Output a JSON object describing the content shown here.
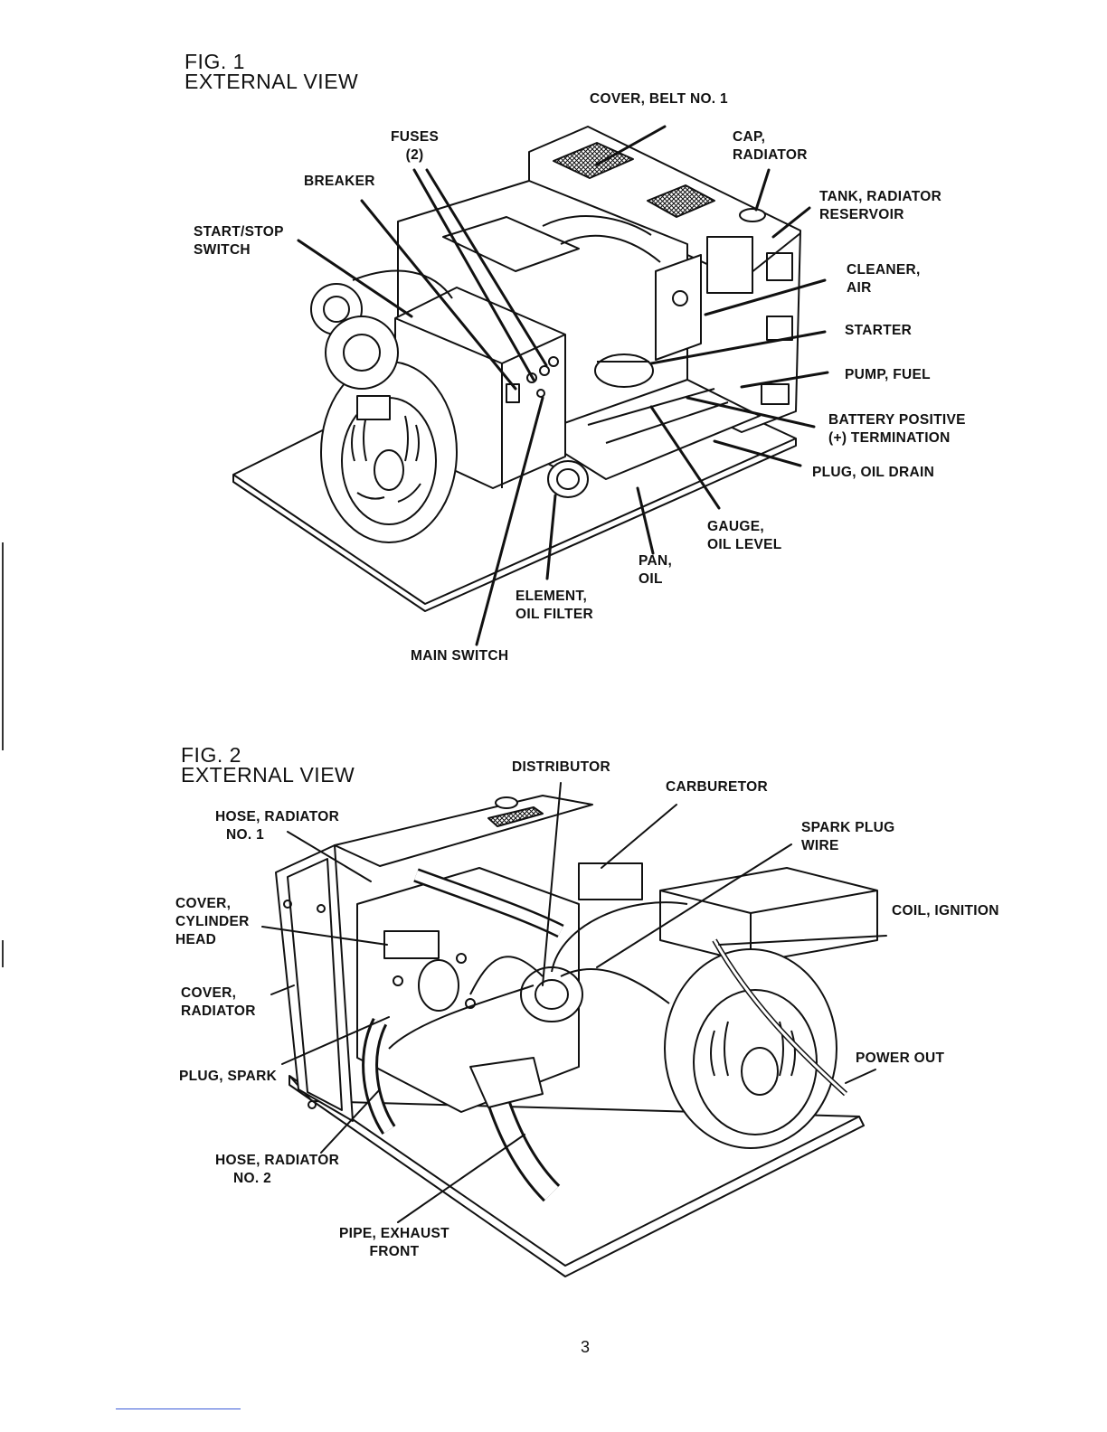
{
  "fig1": {
    "number": "FIG. 1",
    "title": "EXTERNAL VIEW",
    "labels": {
      "cover_belt": [
        "COVER, BELT NO. 1"
      ],
      "fuses": [
        "FUSES",
        "(2)"
      ],
      "cap_radiator": [
        "CAP,",
        "RADIATOR"
      ],
      "breaker": [
        "BREAKER"
      ],
      "tank_reservoir": [
        "TANK, RADIATOR",
        "RESERVOIR"
      ],
      "start_stop": [
        "START/STOP",
        "SWITCH"
      ],
      "cleaner_air": [
        "CLEANER,",
        "AIR"
      ],
      "starter": [
        "STARTER"
      ],
      "pump_fuel": [
        "PUMP, FUEL"
      ],
      "battery": [
        "BATTERY POSITIVE",
        "(+) TERMINATION"
      ],
      "plug_oil_drain": [
        "PLUG, OIL DRAIN"
      ],
      "gauge_oil": [
        "GAUGE,",
        "OIL LEVEL"
      ],
      "pan_oil": [
        "PAN,",
        "OIL"
      ],
      "element_filter": [
        "ELEMENT,",
        "OIL FILTER"
      ],
      "main_switch": [
        "MAIN SWITCH"
      ]
    }
  },
  "fig2": {
    "number": "FIG. 2",
    "title": "EXTERNAL VIEW",
    "labels": {
      "distributor": [
        "DISTRIBUTOR"
      ],
      "carburetor": [
        "CARBURETOR"
      ],
      "hose_rad_1": [
        "HOSE, RADIATOR",
        "NO. 1"
      ],
      "spark_wire": [
        "SPARK PLUG",
        "WIRE"
      ],
      "cover_cyl": [
        "COVER,",
        "CYLINDER",
        "HEAD"
      ],
      "coil": [
        "COIL, IGNITION"
      ],
      "cover_rad": [
        "COVER,",
        "RADIATOR"
      ],
      "power_out": [
        "POWER OUT"
      ],
      "plug_spark": [
        "PLUG, SPARK"
      ],
      "hose_rad_2": [
        "HOSE, RADIATOR",
        "NO. 2"
      ],
      "pipe_exhaust": [
        "PIPE, EXHAUST",
        "FRONT"
      ]
    }
  },
  "page_number": "3"
}
